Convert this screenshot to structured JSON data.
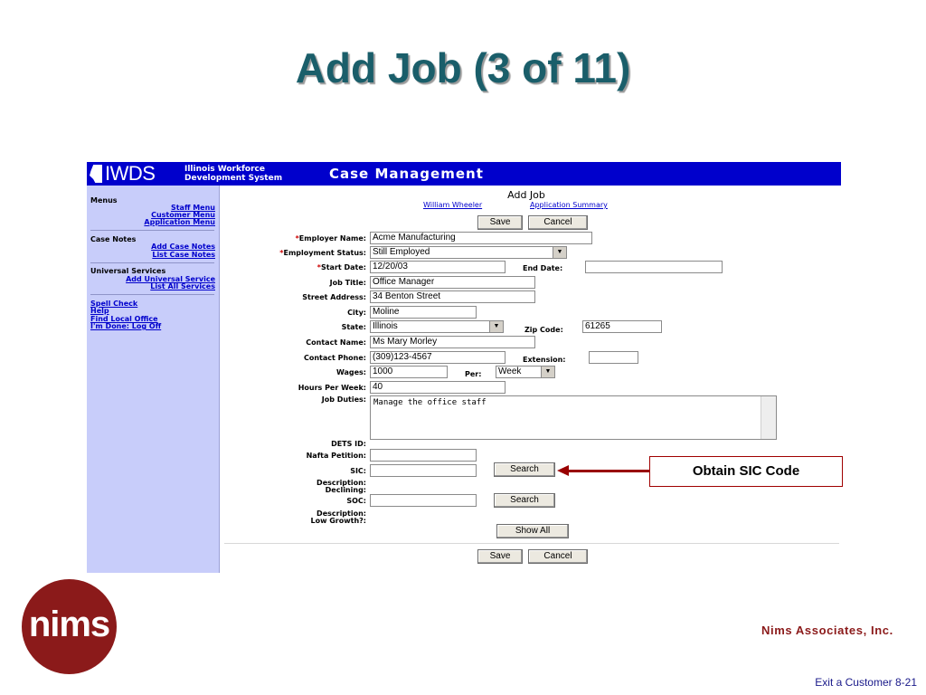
{
  "slide": {
    "title": "Add Job (3 of 11)",
    "callout": "Obtain SIC Code",
    "company": "Nims Associates, Inc.",
    "logo_text": "nims",
    "footer": "Exit a Customer 8-21"
  },
  "app": {
    "logo": "IWDS",
    "logo_sub_line1": "Illinois Workforce",
    "logo_sub_line2": "Development System",
    "header_title": "Case Management"
  },
  "sidebar": {
    "menus_heading": "Menus",
    "staff_menu": "Staff Menu",
    "customer_menu": "Customer Menu",
    "application_menu": "Application Menu",
    "case_notes_heading": "Case Notes",
    "add_case_notes": "Add Case Notes",
    "list_case_notes": "List Case Notes",
    "universal_services_heading": "Universal Services",
    "add_universal_service": "Add Universal Service",
    "list_all_services": "List All Services",
    "spell_check": "Spell Check",
    "help": "Help",
    "find_local_office": "Find Local Office",
    "log_off": "I'm Done: Log Off"
  },
  "form": {
    "title": "Add Job",
    "customer_link": "William Wheeler",
    "summary_link": "Application Summary",
    "save": "Save",
    "cancel": "Cancel",
    "required_mark": "*",
    "employer_name_label": "Employer Name:",
    "employer_name": "Acme Manufacturing",
    "employment_status_label": "Employment Status:",
    "employment_status": "Still Employed",
    "start_date_label": "Start Date:",
    "start_date": "12/20/03",
    "end_date_label": "End Date:",
    "end_date": "",
    "job_title_label": "Job Title:",
    "job_title": "Office Manager",
    "street_address_label": "Street Address:",
    "street_address": "34 Benton Street",
    "city_label": "City:",
    "city": "Moline",
    "state_label": "State:",
    "state": "Illinois",
    "zip_code_label": "Zip Code:",
    "zip_code": "61265",
    "contact_name_label": "Contact Name:",
    "contact_name": "Ms Mary Morley",
    "contact_phone_label": "Contact Phone:",
    "contact_phone": "(309)123-4567",
    "extension_label": "Extension:",
    "extension": "",
    "wages_label": "Wages:",
    "wages": "1000",
    "per_label": "Per:",
    "per": "Week",
    "hours_per_week_label": "Hours Per Week:",
    "hours_per_week": "40",
    "job_duties_label": "Job Duties:",
    "job_duties": "Manage the office staff",
    "dets_id_label": "DETS ID:",
    "nafta_petition_label": "Nafta Petition:",
    "nafta_petition": "",
    "sic_label": "SIC:",
    "sic": "",
    "sic_search": "Search",
    "description_declining_label1": "Description:",
    "description_declining_label2": "Declining:",
    "soc_label": "SOC:",
    "soc": "",
    "soc_search": "Search",
    "description_low_growth_label1": "Description:",
    "description_low_growth_label2": "Low Growth?:",
    "show_all": "Show All"
  }
}
